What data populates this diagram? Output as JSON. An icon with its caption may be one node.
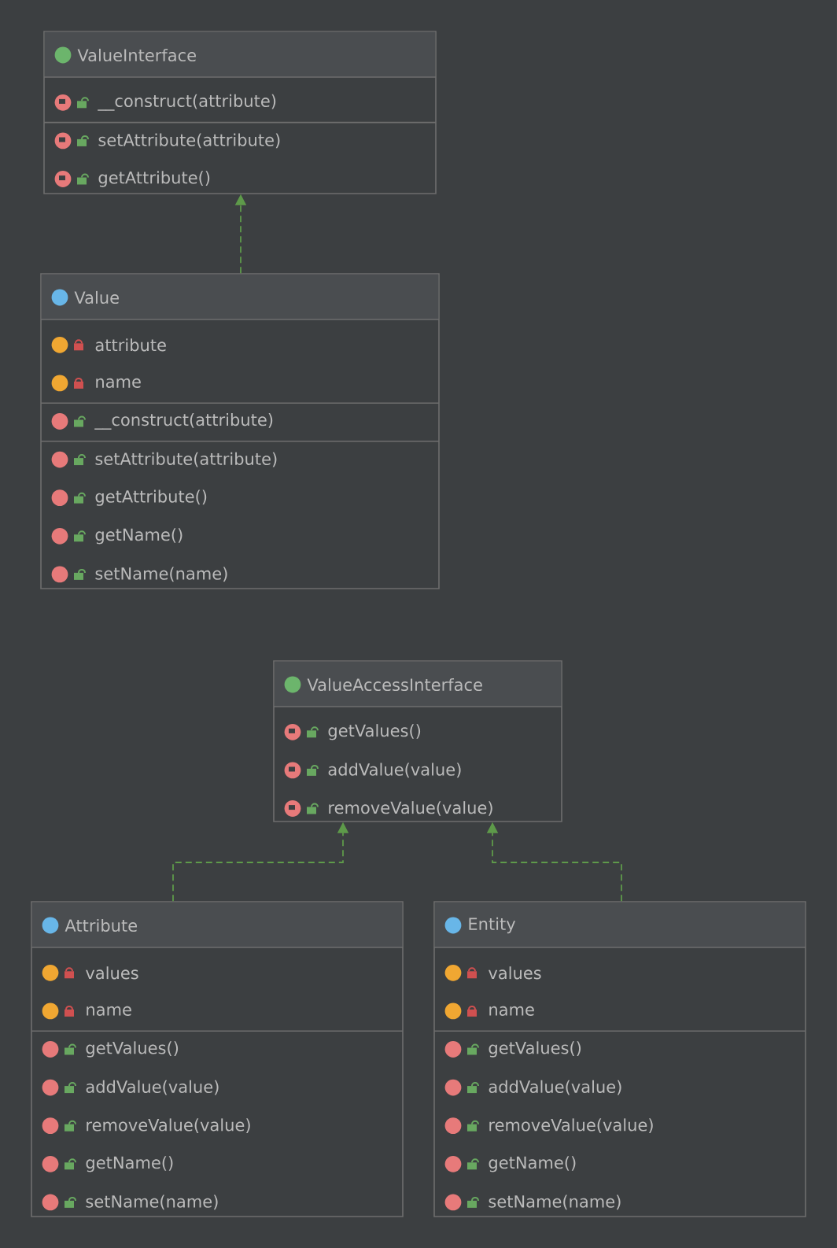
{
  "diagram": {
    "nodes": [
      {
        "text": [
          "ValueInterface",
          "__construct(attribute)",
          "setAttribute(attribute)",
          "getAttribute()"
        ]
      },
      {
        "text": [
          "Value",
          "attribute",
          "name",
          "__construct(attribute)",
          "setAttribute(attribute)",
          "getAttribute()",
          "getName()",
          "setName(name)"
        ]
      },
      {
        "text": [
          "ValueAccessInterface",
          "getValues()",
          "addValue(value)",
          "removeValue(value)"
        ]
      },
      {
        "text": [
          "Attribute",
          "values",
          "name",
          "getValues()",
          "addValue(value)",
          "removeValue(value)",
          "getName()",
          "setName(name)"
        ]
      },
      {
        "text": [
          "Entity",
          "values",
          "name",
          "getValues()",
          "addValue(value)",
          "removeValue(value)",
          "getName()",
          "setName(name)"
        ]
      }
    ],
    "edges": [
      {
        "from": 1,
        "to": 0,
        "arrow": "to",
        "style": "dashed"
      },
      {
        "from": 3,
        "to": 2,
        "arrow": "to",
        "style": "dashed"
      },
      {
        "from": 4,
        "to": 2,
        "arrow": "to",
        "style": "dashed"
      }
    ]
  }
}
